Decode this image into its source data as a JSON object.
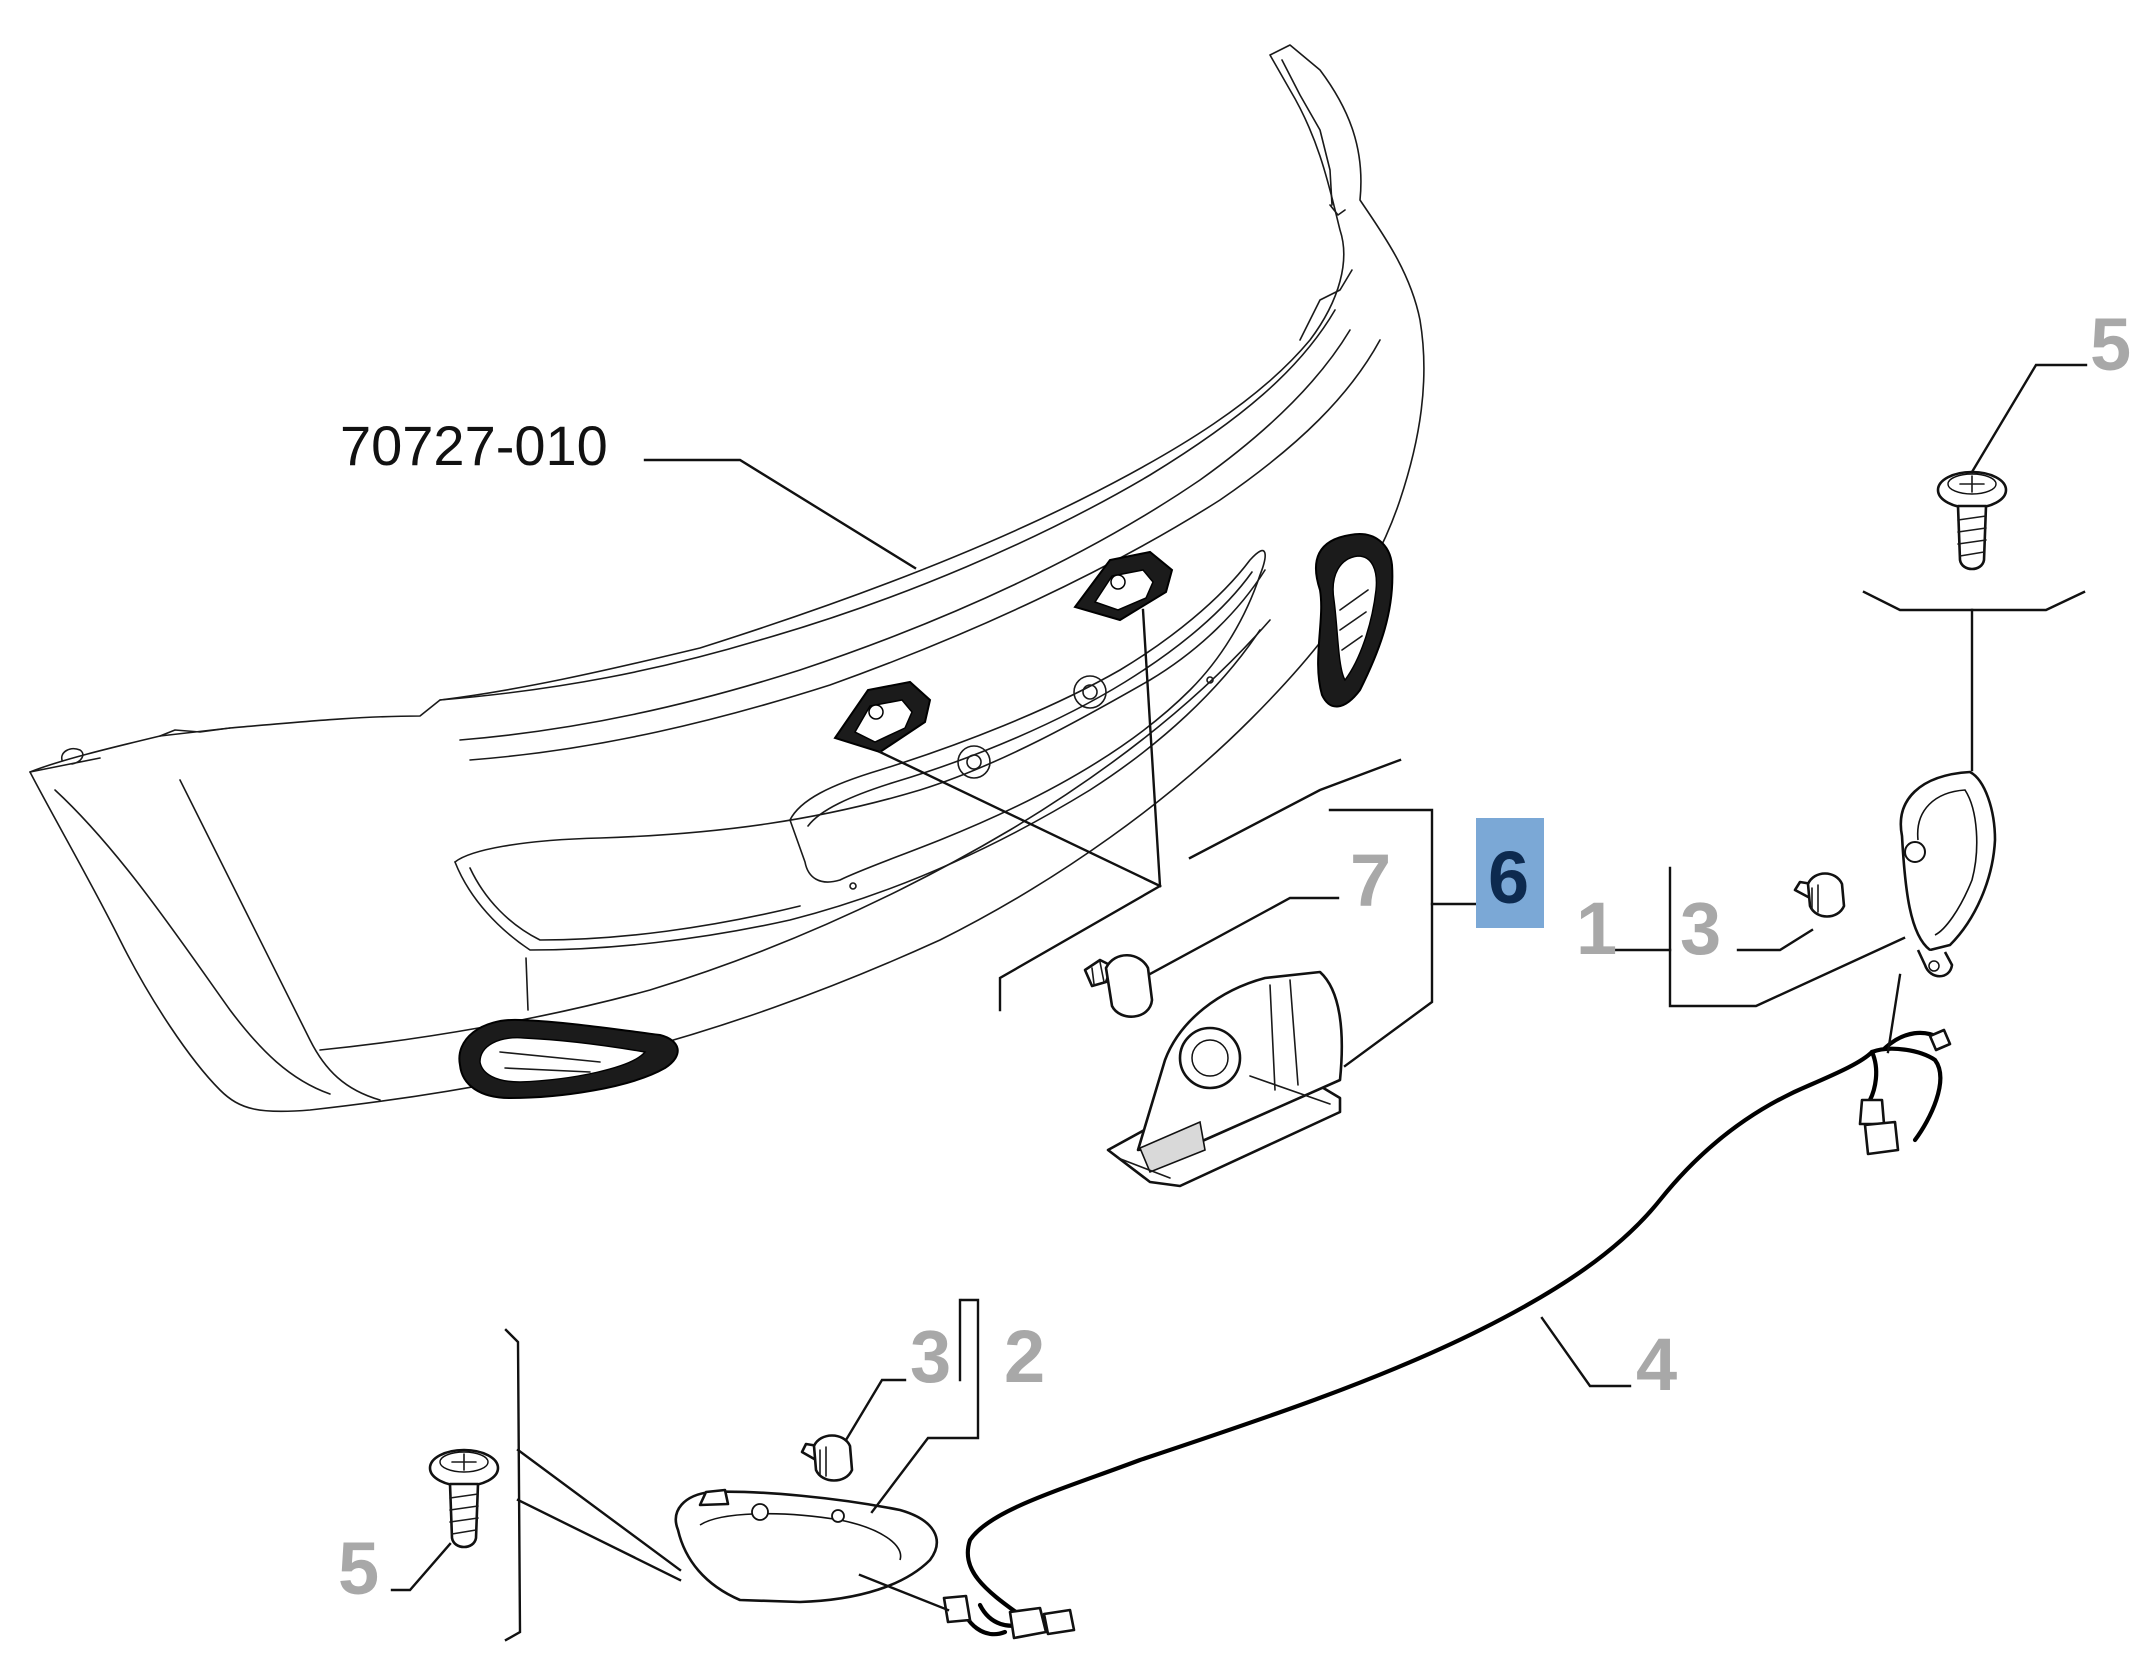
{
  "labels": {
    "ref_bumper": "70727-010",
    "n1": "1",
    "n2": "2",
    "n3_right": "3",
    "n3_left": "3",
    "n4": "4",
    "n5_top": "5",
    "n5_left": "5",
    "n6": "6",
    "n7": "7"
  },
  "colors": {
    "highlight_box": "#7ba8d6",
    "highlight_text": "#0d2a4f",
    "grey_label": "#a8a8a8",
    "line": "#111111"
  }
}
